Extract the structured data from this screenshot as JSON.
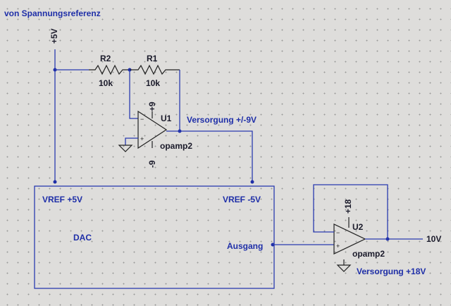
{
  "title": "von Spannungsreferenz",
  "supply_plus5": "+5V",
  "r2": {
    "name": "R2",
    "value": "10k"
  },
  "r1": {
    "name": "R1",
    "value": "10k"
  },
  "u1": {
    "name": "U1",
    "model": "opamp2",
    "vpos": "+9",
    "vneg": "-9",
    "supply_note": "Versorgung +/-9V"
  },
  "dac": {
    "name": "DAC",
    "vref_pos": "VREF +5V",
    "vref_neg": "VREF -5V",
    "output": "Ausgang"
  },
  "u2": {
    "name": "U2",
    "model": "opamp2",
    "vpos": "+18",
    "supply_note": "Versorgung +18V"
  },
  "output_label": "10V",
  "colors": {
    "wire": "#2a3bb0",
    "net_label": "#1f2fa8",
    "component": "#222222",
    "background": "#dedddb"
  }
}
